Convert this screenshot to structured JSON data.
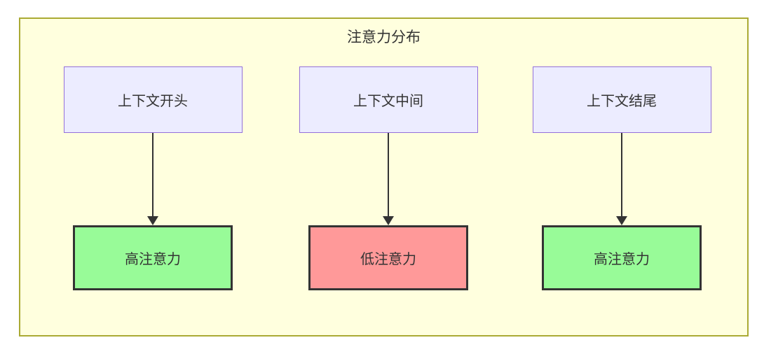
{
  "diagram": {
    "title": "注意力分布",
    "columns": [
      {
        "source": "上下文开头",
        "target": "高注意力",
        "level": "high"
      },
      {
        "source": "上下文中间",
        "target": "低注意力",
        "level": "low"
      },
      {
        "source": "上下文结尾",
        "target": "高注意力",
        "level": "high"
      }
    ],
    "colors": {
      "container_background": "#FFFFDE",
      "container_border": "#AAAA33",
      "source_fill": "#ECECFF",
      "source_border": "#9370DB",
      "high_attention_fill": "#98FB98",
      "low_attention_fill": "#FF9999",
      "target_border": "#333333",
      "arrow": "#333333",
      "text": "#333333"
    }
  }
}
